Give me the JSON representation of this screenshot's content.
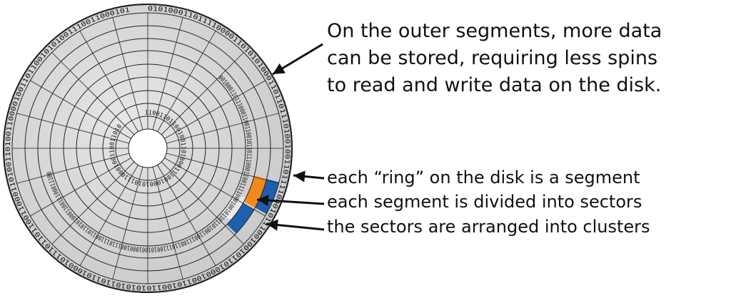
{
  "labels": {
    "outer_note": [
      "On the outer segments, more data",
      "can be stored, requiring less spins",
      "to read and write data on the disk."
    ],
    "ring_note": "each “ring” on the disk is a segment",
    "sector_note": "each segment is divided into sectors",
    "cluster_note": "the sectors are arranged into clusters"
  },
  "disk": {
    "outer_track_bits": "010100011011110000110101010001101101110100100110111100010111001001011010001001101001101010101101101000101110110110011000110100110100110000100110110010101001110011000101",
    "middle_track_bits": "0010001101110001100110010110111000110011110001001011011010011001110011011100101001000100111011100110110101000110011100011100",
    "inner_track_bits": "1100110110010011010001110010001010111000100110011010"
  },
  "colors": {
    "disk_fill": "#c9c9c9",
    "disk_center": "#e6e6e6",
    "rule_lines": "#222222",
    "sector_highlight": "#f28a1b",
    "sector_light": "#ebebeb",
    "cluster_highlight": "#1f5fb0",
    "text": "#111111"
  }
}
